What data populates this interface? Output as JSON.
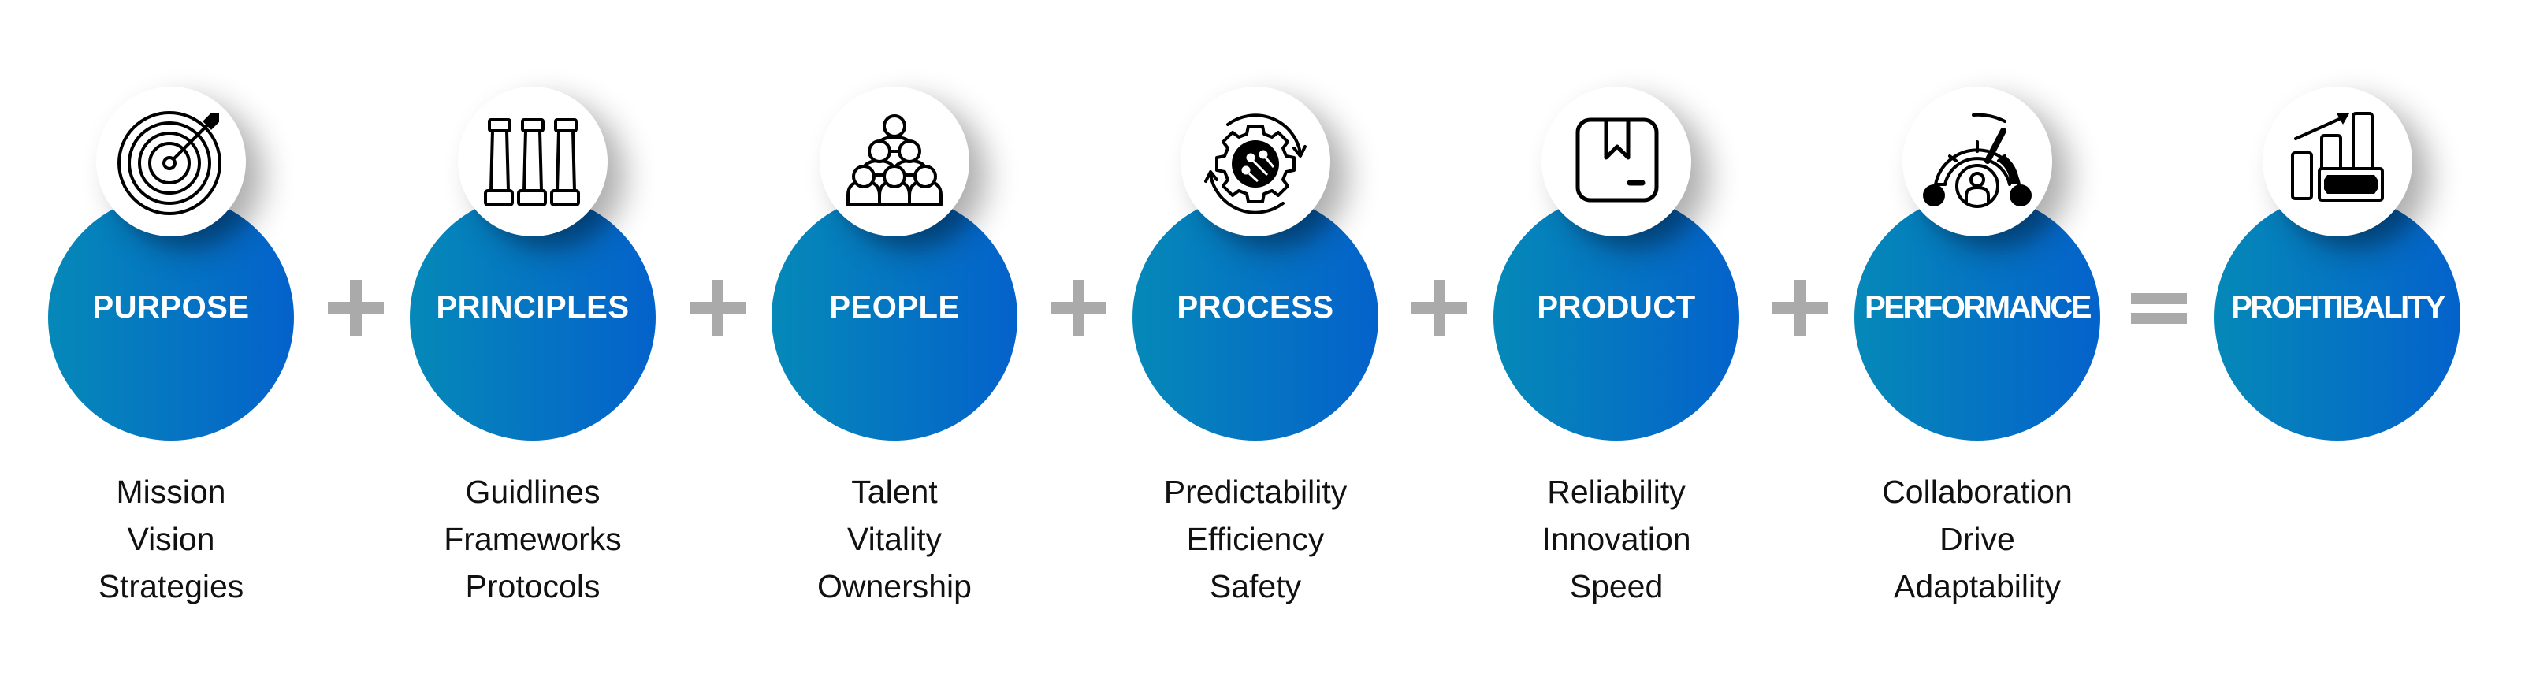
{
  "diagram": {
    "pillars": [
      {
        "title": "PURPOSE",
        "icon": "target-icon",
        "items": [
          "Mission",
          "Vision",
          "Strategies"
        ]
      },
      {
        "title": "PRINCIPLES",
        "icon": "pillars-icon",
        "items": [
          "Guidlines",
          "Frameworks",
          "Protocols"
        ]
      },
      {
        "title": "PEOPLE",
        "icon": "people-group-icon",
        "items": [
          "Talent",
          "Vitality",
          "Ownership"
        ]
      },
      {
        "title": "PROCESS",
        "icon": "gear-cycle-icon",
        "items": [
          "Predictability",
          "Efficiency",
          "Safety"
        ]
      },
      {
        "title": "PRODUCT",
        "icon": "product-box-icon",
        "items": [
          "Reliability",
          "Innovation",
          "Speed"
        ]
      },
      {
        "title": "PERFORMANCE",
        "icon": "performance-gauge-icon",
        "items": [
          "Collaboration",
          "Drive",
          "Adaptability"
        ]
      },
      {
        "title": "PROFITIBALITY",
        "icon": "profit-chart-icon",
        "items": []
      }
    ],
    "operators": [
      "plus",
      "plus",
      "plus",
      "plus",
      "plus",
      "equals"
    ]
  },
  "colors": {
    "circle_gradient_start": "#0589b8",
    "circle_gradient_end": "#0462cb",
    "operator": "#aaaaaa",
    "heading_text": "#ffffff",
    "body_text": "#111111"
  }
}
